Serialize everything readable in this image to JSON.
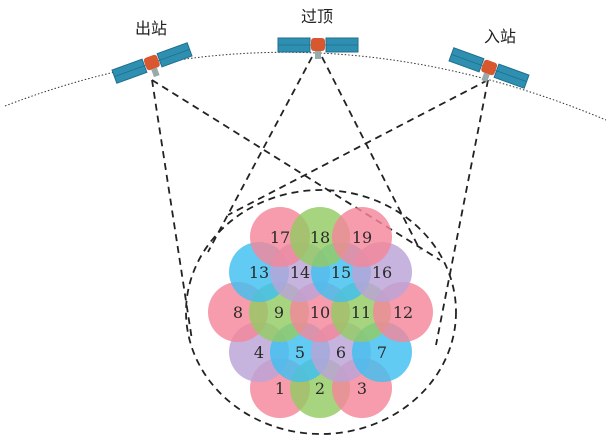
{
  "satellites": [
    {
      "id": "exit",
      "label": "出站"
    },
    {
      "id": "overhead",
      "label": "过顶"
    },
    {
      "id": "entry",
      "label": "入站"
    }
  ],
  "cells": [
    {
      "number": "1",
      "color": "#f4869a"
    },
    {
      "number": "2",
      "color": "#94cb63"
    },
    {
      "number": "3",
      "color": "#f4869a"
    },
    {
      "number": "4",
      "color": "#b9a4d8"
    },
    {
      "number": "5",
      "color": "#3fc0f0"
    },
    {
      "number": "6",
      "color": "#b9a4d8"
    },
    {
      "number": "7",
      "color": "#3fc0f0"
    },
    {
      "number": "8",
      "color": "#f4869a"
    },
    {
      "number": "9",
      "color": "#94cb63"
    },
    {
      "number": "10",
      "color": "#f4869a"
    },
    {
      "number": "11",
      "color": "#94cb63"
    },
    {
      "number": "12",
      "color": "#f4869a"
    },
    {
      "number": "13",
      "color": "#3fc0f0"
    },
    {
      "number": "14",
      "color": "#b9a4d8"
    },
    {
      "number": "15",
      "color": "#3fc0f0"
    },
    {
      "number": "16",
      "color": "#b9a4d8"
    },
    {
      "number": "17",
      "color": "#f4869a"
    },
    {
      "number": "18",
      "color": "#94cb63"
    },
    {
      "number": "19",
      "color": "#f4869a"
    }
  ],
  "colors": {
    "orbit": "#333333",
    "beam": "#222222",
    "panel": "#2f8fb0",
    "panel_dark": "#1f6f8f",
    "body": "#d9572f"
  }
}
